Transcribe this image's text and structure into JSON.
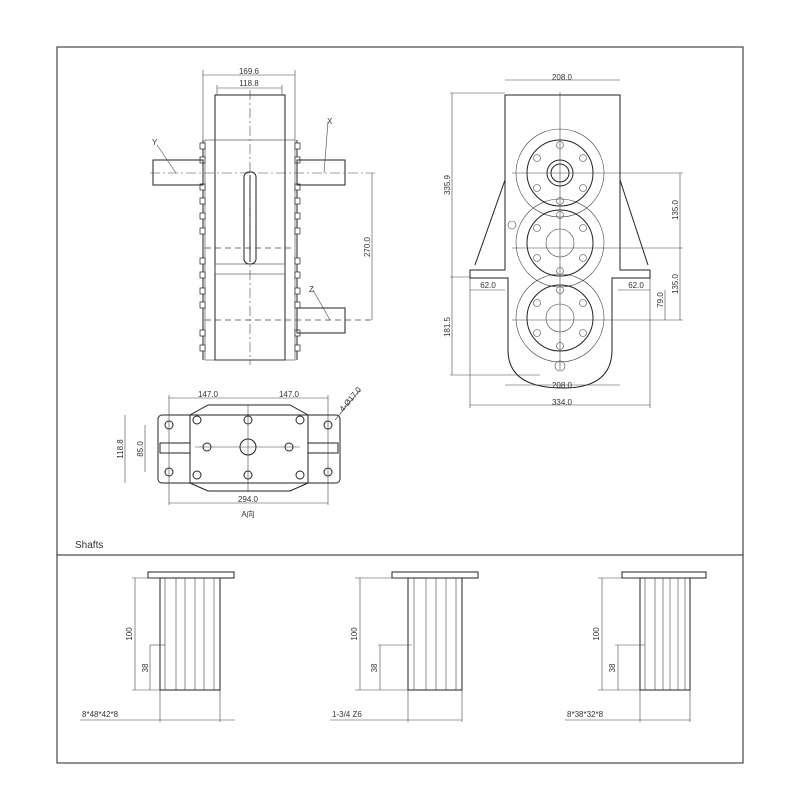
{
  "front_view": {
    "dim_width_outer": "169.6",
    "dim_width_inner": "118.8",
    "dim_shaft_spacing": "270.0",
    "label_x": "X",
    "label_y": "Y",
    "label_z": "Z"
  },
  "bottom_view": {
    "dim_half_left": "147.0",
    "dim_half_right": "147.0",
    "dim_total": "294.0",
    "dim_height": "118.8",
    "dim_bolt_spacing": "85.0",
    "dim_holes": "4-Ø17.0",
    "caption": "A向"
  },
  "side_view": {
    "dim_top": "208.0",
    "dim_bottom_inner": "208.0",
    "dim_bottom_total": "334.0",
    "dim_height": "335.9",
    "dim_lower": "181.5",
    "dim_foot_left": "62.0",
    "dim_foot_right": "62.0",
    "dim_center_1": "135.0",
    "dim_center_2": "135.0",
    "dim_offset": "79.0"
  },
  "shafts": {
    "title": "Shafts",
    "items": [
      {
        "spec": "8*48*42*8",
        "length": "100",
        "groove": "38"
      },
      {
        "spec": "1-3/4 Z6",
        "length": "100",
        "groove": "38"
      },
      {
        "spec": "8*38*32*8",
        "length": "100",
        "groove": "38"
      }
    ]
  }
}
